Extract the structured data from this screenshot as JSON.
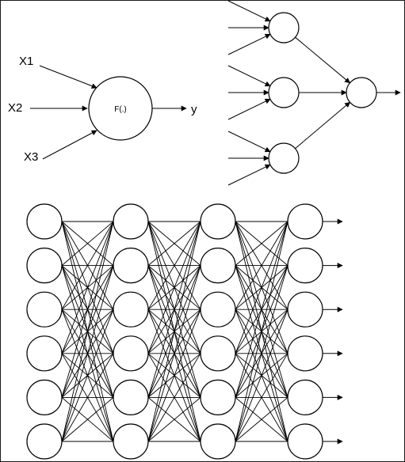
{
  "single_neuron": {
    "inputs": [
      "X1",
      "X2",
      "X3"
    ],
    "function_label": "F(.)",
    "output_label": "y"
  },
  "small_network": {
    "hidden_nodes": 3,
    "inputs_per_hidden_node": 3,
    "output_nodes": 1
  },
  "deep_network": {
    "layers": 4,
    "nodes_per_layer": 6,
    "connectivity": "fully-connected",
    "output_arrows": 6
  },
  "colors": {
    "stroke": "#000000",
    "node_fill": "#ffffff",
    "background": "#ffffff"
  }
}
